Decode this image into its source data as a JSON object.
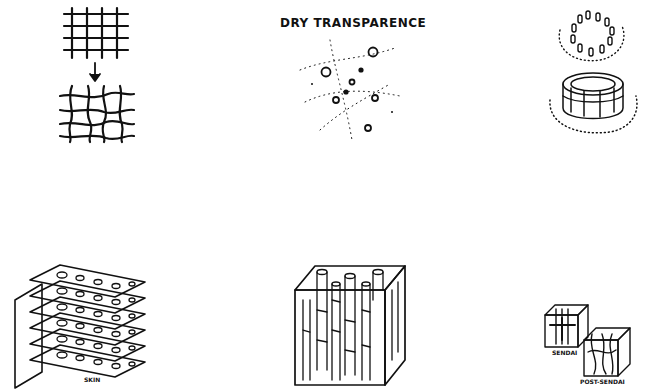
{
  "diagram": {
    "labels": [
      "DRY TRANSPARENCE",
      "SKIN",
      "SENDAI",
      "POST-SENDAI"
    ]
  }
}
